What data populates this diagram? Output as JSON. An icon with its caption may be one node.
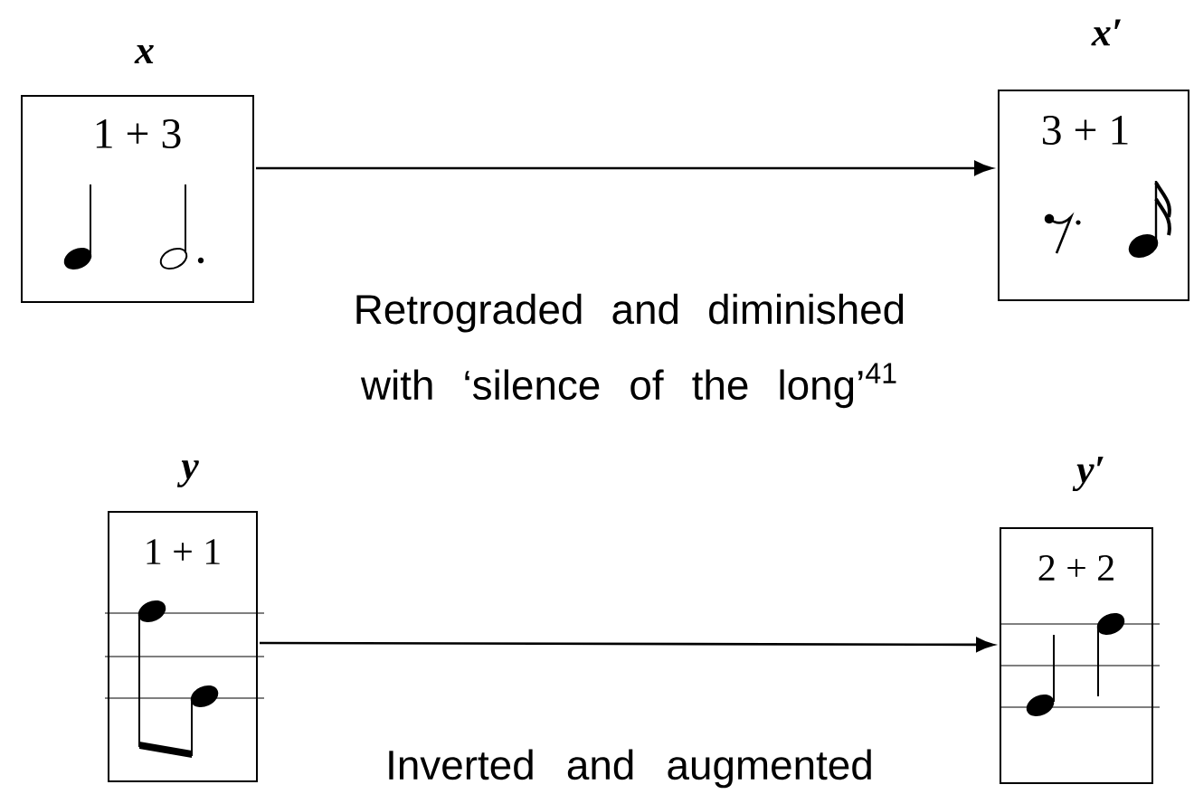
{
  "diagram": {
    "nodes": [
      {
        "text": [
          "x",
          "1 + 3"
        ]
      },
      {
        "text": [
          "x′",
          "3 + 1"
        ]
      },
      {
        "text": [
          "y",
          "1 + 1"
        ]
      },
      {
        "text": [
          "y′",
          "2 + 2"
        ]
      }
    ],
    "edges": [
      {
        "from": 0,
        "to": 1,
        "arrow": "to",
        "label": "Retrograded and diminished with ‘silence of the long’$^{41}$"
      },
      {
        "from": 2,
        "to": 3,
        "arrow": "to",
        "label": "Inverted and augmented"
      }
    ]
  }
}
